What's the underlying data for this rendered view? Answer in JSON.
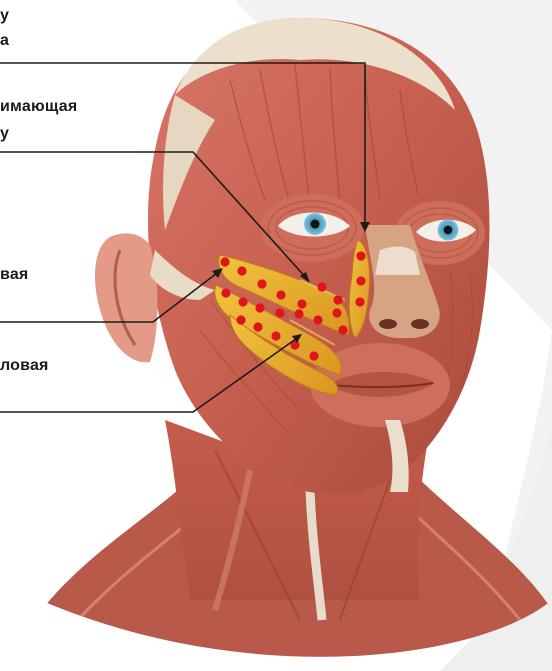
{
  "labels": {
    "zygomatic_minor_line1": "у",
    "zygomatic_minor_line2": "а",
    "levator_line1": "имающая",
    "levator_line2": "у",
    "zygomatic_major": "вая",
    "risorius": "ловая"
  },
  "colors": {
    "background_blob": "#f1f1f1",
    "muscle_base": "#c8644f",
    "muscle_dark": "#9f4232",
    "muscle_light": "#e39a83",
    "tendon": "#eae0cc",
    "highlight_muscle": "#e8a92b",
    "marker_dot": "#e0141b",
    "leader_line": "#1b1b1b"
  }
}
